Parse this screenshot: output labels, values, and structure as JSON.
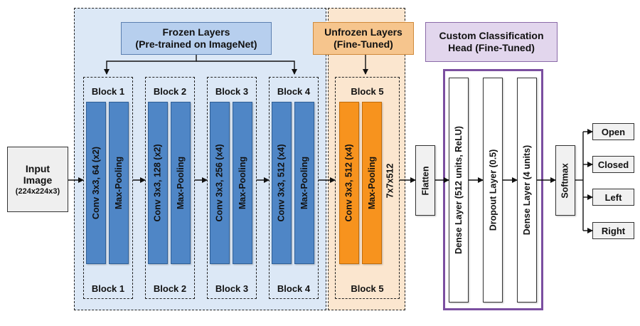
{
  "input": {
    "title": "Input Image",
    "size": "(224x224x3)"
  },
  "frozen": {
    "title": "Frozen Layers",
    "subtitle": "(Pre-trained on ImageNet)"
  },
  "unfrozen": {
    "title": "Unfrozen Layers",
    "subtitle": "(Fine-Tuned)"
  },
  "head": {
    "title": "Custom Classification",
    "subtitle": "Head (Fine-Tuned)"
  },
  "blocks": [
    {
      "top_label": "Block 1",
      "bottom_label": "Block 1",
      "conv": "Conv 3x3, 64 (x2)",
      "pool": "Max-Pooling"
    },
    {
      "top_label": "Block 2",
      "bottom_label": "Block 2",
      "conv": "Conv 3x3, 128 (x2)",
      "pool": "Max-Pooling"
    },
    {
      "top_label": "Block 3",
      "bottom_label": "Block 3",
      "conv": "Conv 3x3, 256 (x4)",
      "pool": "Max-Pooling"
    },
    {
      "top_label": "Block 4",
      "bottom_label": "Block 4",
      "conv": "Conv 3x3, 512 (x4)",
      "pool": "Max-Pooling"
    },
    {
      "top_label": "Block 5",
      "bottom_label": "Block 5",
      "conv": "Conv 3x3, 512 (x4)",
      "pool": "Max-Pooling"
    }
  ],
  "feature_map": "7x7x512",
  "flatten": "Flatten",
  "dense1": "Dense Layer (512 units, ReLU)",
  "dropout": "Dropout Layer (0.5)",
  "dense2": "Dense Layer (4 units)",
  "softmax": "Softmax",
  "outputs": [
    "Open",
    "Closed",
    "Left",
    "Right"
  ],
  "colors": {
    "frozen_bg": "#dce8f6",
    "unfrozen_bg": "#fbe6cf",
    "head_border": "#7b4fa0",
    "conv_blue": "#4f86c6",
    "conv_orange": "#f7931e"
  }
}
